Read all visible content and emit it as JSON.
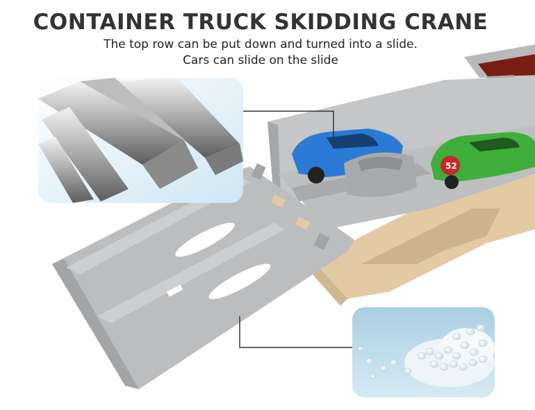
{
  "header": {
    "title": "CONTAINER TRUCK SKIDDING CRANE",
    "subtitle_line1": "The top row can be put down and turned into a slide.",
    "subtitle_line2": "Cars can slide on the slide"
  },
  "scene": {
    "cars": [
      {
        "color": "#2b7ad6",
        "name": "blue-race-car"
      },
      {
        "color": "#3fae3a",
        "name": "green-race-car",
        "badge_text": "52"
      }
    ],
    "colors": {
      "track": "#b9babb",
      "track_dark": "#9d9ea0",
      "base": "#e6d0a8",
      "callout_line": "#333333"
    }
  },
  "insets": [
    {
      "name": "metal-material-inset",
      "depicts": "steel bars"
    },
    {
      "name": "plastic-pellets-inset",
      "depicts": "plastic pellets"
    }
  ]
}
